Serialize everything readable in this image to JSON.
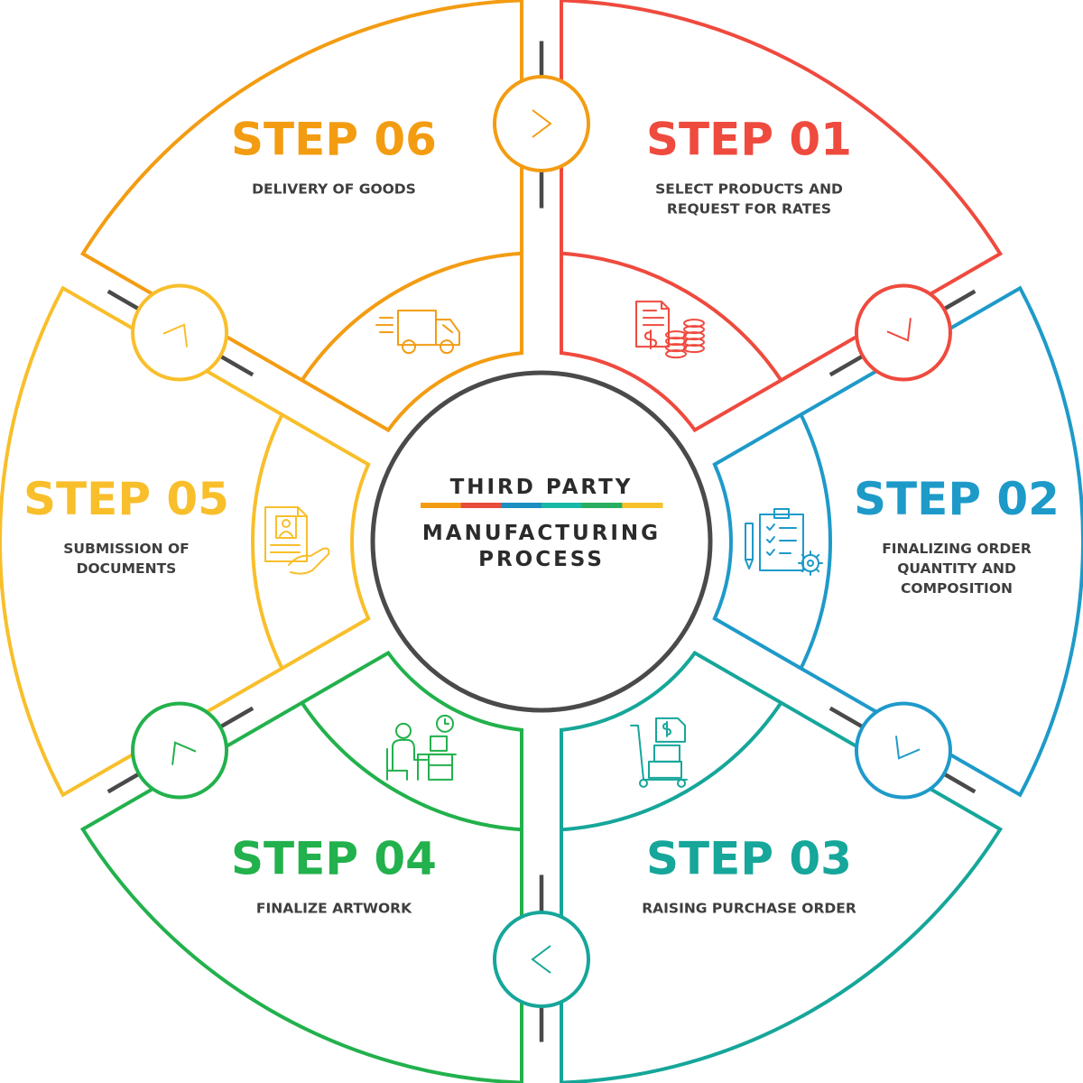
{
  "center": {
    "line1": "THIRD PARTY",
    "line2": "MANUFACTURING",
    "line3": "PROCESS",
    "stripe_colors": [
      "#f39c12",
      "#e74c3c",
      "#1a8fc1",
      "#17b8a6",
      "#27ae60",
      "#f7c12a"
    ]
  },
  "steps": [
    {
      "title": "STEP 01",
      "desc": [
        "SELECT PRODUCTS AND",
        "REQUEST FOR RATES"
      ],
      "color": "#ef4a3e",
      "icon": "invoice-coins-icon"
    },
    {
      "title": "STEP 02",
      "desc": [
        "FINALIZING ORDER",
        "QUANTITY AND",
        "COMPOSITION"
      ],
      "color": "#1e9ac9",
      "icon": "clipboard-gear-icon"
    },
    {
      "title": "STEP 03",
      "desc": [
        "RAISING PURCHASE ORDER"
      ],
      "color": "#16a69a",
      "icon": "hand-truck-invoice-icon"
    },
    {
      "title": "STEP 04",
      "desc": [
        "FINALIZE ARTWORK"
      ],
      "color": "#22b14c",
      "icon": "desk-worker-icon"
    },
    {
      "title": "STEP 05",
      "desc": [
        "SUBMISSION OF",
        "DOCUMENTS"
      ],
      "color": "#f8bf2b",
      "icon": "document-hand-icon"
    },
    {
      "title": "STEP 06",
      "desc": [
        "DELIVERY OF GOODS"
      ],
      "color": "#f39c12",
      "icon": "delivery-truck-icon"
    }
  ]
}
